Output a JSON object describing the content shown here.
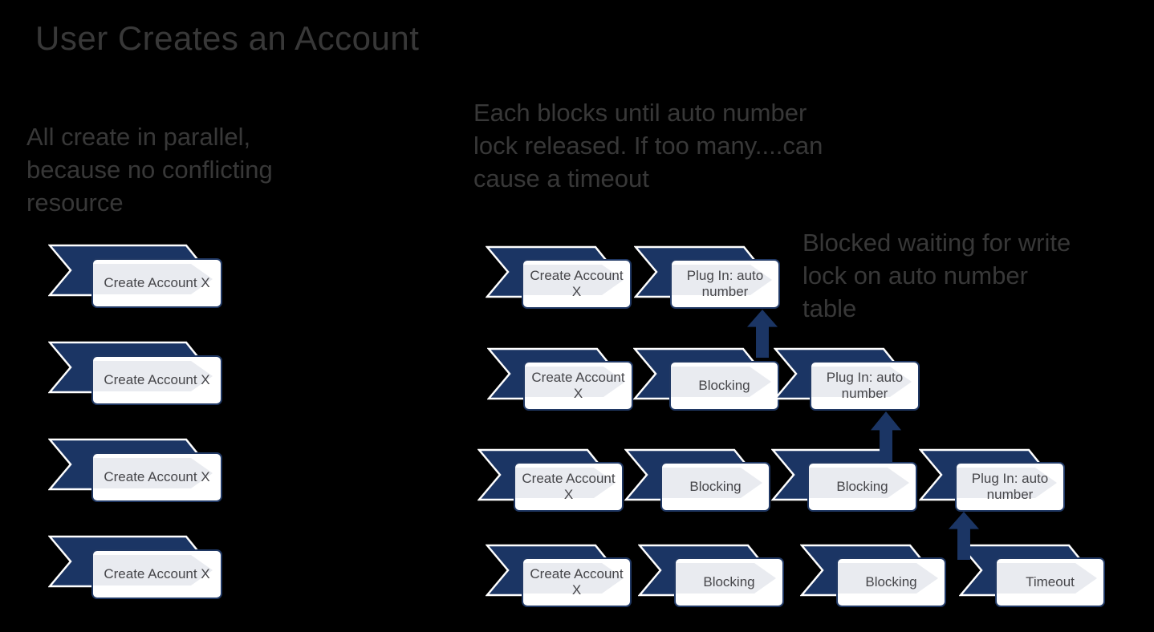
{
  "slide": {
    "title": "User Creates an Account"
  },
  "notes": {
    "left": {
      "line1": "All create in parallel,",
      "line2": "because no conflicting",
      "line3": "resource"
    },
    "center": {
      "line1": "Each blocks until auto number",
      "line2": "lock released. If too many....can",
      "line3": "cause a timeout"
    },
    "right": {
      "line1": "Blocked waiting for write",
      "line2": "lock on auto number",
      "line3": "table"
    }
  },
  "colors": {
    "background": "#000000",
    "navy": "#1b3564",
    "box_border": "#203864",
    "box_fill": "#ffffff",
    "inner_arrow": "#e9ebf0",
    "text_gray": "#383838",
    "box_text": "#46464a"
  },
  "diagram": {
    "left_column": {
      "items": [
        {
          "label": "Create Account X"
        },
        {
          "label": "Create Account X"
        },
        {
          "label": "Create Account X"
        },
        {
          "label": "Create Account X"
        }
      ]
    },
    "rows": [
      {
        "items": [
          {
            "label": "Create Account X"
          },
          {
            "label": "Plug In: auto number"
          }
        ]
      },
      {
        "items": [
          {
            "label": "Create Account X"
          },
          {
            "label": "Blocking"
          },
          {
            "label": "Plug In: auto number"
          }
        ]
      },
      {
        "items": [
          {
            "label": "Create Account X"
          },
          {
            "label": "Blocking"
          },
          {
            "label": "Blocking"
          },
          {
            "label": "Plug In: auto number"
          }
        ]
      },
      {
        "items": [
          {
            "label": "Create Account X"
          },
          {
            "label": "Blocking"
          },
          {
            "label": "Blocking"
          },
          {
            "label": "Timeout"
          }
        ]
      }
    ],
    "arrows": [
      {
        "direction": "up",
        "points_to": "Plug In: auto number (row 1)"
      },
      {
        "direction": "up",
        "points_to": "Plug In: auto number (row 2)"
      },
      {
        "direction": "up",
        "points_to": "Plug In: auto number (row 3)"
      }
    ]
  }
}
